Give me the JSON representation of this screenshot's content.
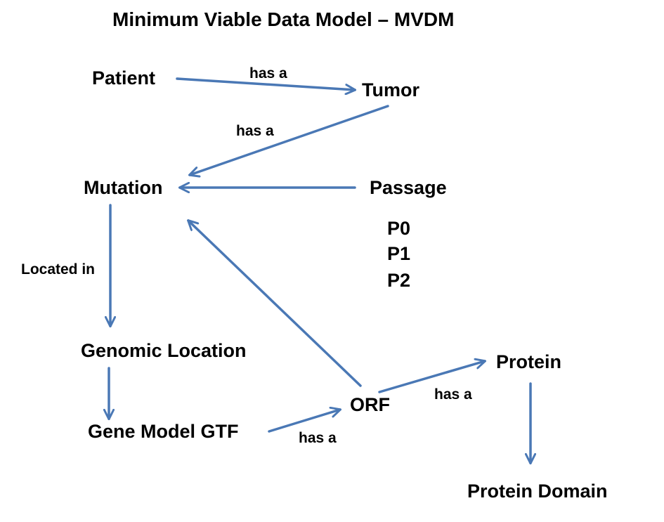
{
  "title": "Minimum Viable Data Model – MVDM",
  "edge_color": "#4a78b5",
  "nodes": {
    "patient": "Patient",
    "tumor": "Tumor",
    "mutation": "Mutation",
    "passage": "Passage",
    "genomic_location": "Genomic Location",
    "gene_model_gtf": "Gene Model GTF",
    "orf": "ORF",
    "protein": "Protein",
    "protein_domain": "Protein Domain"
  },
  "passage_values": [
    "P0",
    "P1",
    "P2"
  ],
  "edge_labels": {
    "patient_tumor": "has a",
    "tumor_mutation": "has a",
    "mutation_genomic_location": "Located in",
    "gene_model_orf": "has a",
    "orf_protein": "has a"
  }
}
